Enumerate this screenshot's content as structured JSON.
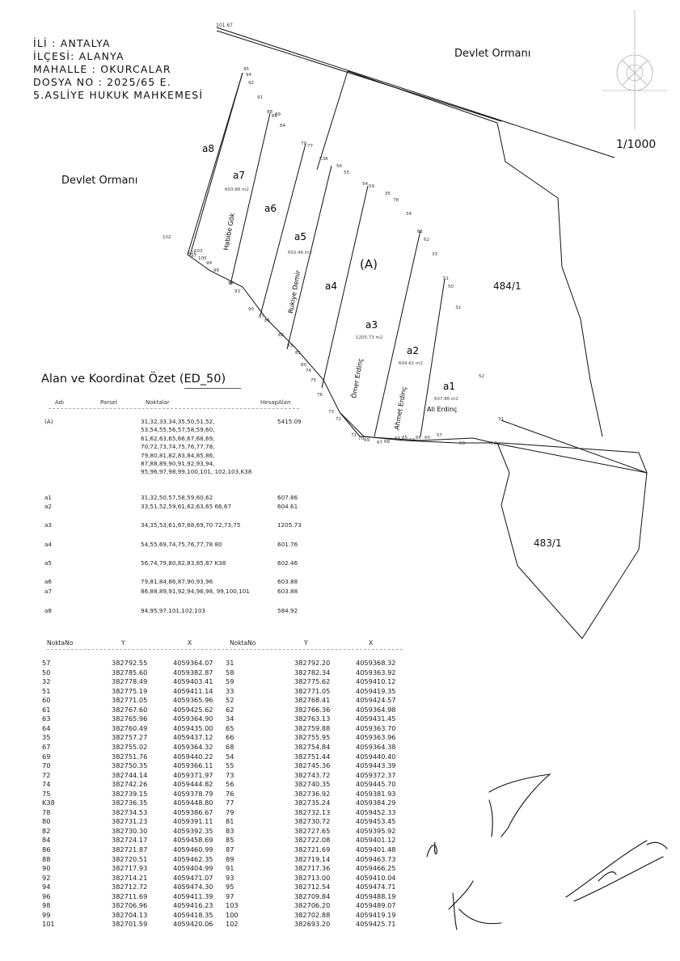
{
  "header": {
    "il": "İLİ : ANTALYA",
    "ilce": "İLÇESİ: ALANYA",
    "mahalle": "MAHALLE : OKURCALAR",
    "dosya": "DOSYA NO : 2025/65 E.",
    "mahkeme": "5.ASLİYE HUKUK MAHKEMESİ"
  },
  "map": {
    "forest_top": "Devlet Ormanı",
    "forest_left": "Devlet Ormanı",
    "scale": "1/1000",
    "corner_point": "101.67",
    "main_parcel": "(A)",
    "parcel_484": "484/1",
    "parcel_483": "483/1",
    "subparcels": [
      {
        "label": "a1",
        "area": "607.86 m2",
        "owner": "Ali Erdinç"
      },
      {
        "label": "a2",
        "area": "604.61 m2",
        "owner": "Ahmet Erdinç"
      },
      {
        "label": "a3",
        "area": "1205.73 m2",
        "owner": "Ömer Erdinç"
      },
      {
        "label": "a4",
        "area": "",
        "owner": ""
      },
      {
        "label": "a5",
        "area": "602.46 m2",
        "owner": "Rukiye Demir"
      },
      {
        "label": "a6",
        "area": "",
        "owner": ""
      },
      {
        "label": "a7",
        "area": "603.88 m2",
        "owner": "Habibe Gök"
      },
      {
        "label": "a8",
        "area": "",
        "owner": ""
      }
    ],
    "points": [
      "95",
      "94",
      "92",
      "91",
      "90",
      "88",
      "86",
      "84",
      "89",
      "87",
      "101",
      "100",
      "99",
      "98",
      "97",
      "93",
      "96",
      "79",
      "77",
      "K38",
      "56",
      "55",
      "54",
      "59",
      "35",
      "78",
      "34",
      "61",
      "62",
      "33",
      "51",
      "50",
      "32",
      "82",
      "85",
      "83",
      "81",
      "80",
      "74",
      "75",
      "76",
      "73",
      "72",
      "71",
      "70",
      "69",
      "67",
      "68",
      "65",
      "63",
      "60",
      "57",
      "52",
      "53",
      "31",
      "58",
      "64",
      "66",
      "102",
      "103"
    ]
  },
  "summary": {
    "title": "Alan ve Koordinat Özet (ED_50)",
    "headers": {
      "adi": "Adı",
      "parsel": "Parsel",
      "noktalar": "Noktalar",
      "alan": "HesapAlan"
    },
    "rows": [
      {
        "name": "(A)",
        "points": "31,32,33,34,35,50,51,52, 53,54,55,56,57,58,59,60, 61,62,63,65,66,67,68,69, 70,72,73,74,75,76,77,78, 79,80,81,82,83,84,85,86, 87,88,89,90,91,92,93,94, 95,96,97,98,99,100,101, 102,103,K38",
        "area": "5415.09"
      },
      {
        "name": "a1",
        "points": "31,32,50,57,58,59,60,62",
        "area": "607.86"
      },
      {
        "name": "a2",
        "points": "33,51,52,59,61,62,63,65 66,67",
        "area": "604.61"
      },
      {
        "name": "a3",
        "points": "34,35,53,61,67,68,69,70 72,73,75",
        "area": "1205.73"
      },
      {
        "name": "a4",
        "points": "54,55,69,74,75,76,77,78 80",
        "area": "601.76"
      },
      {
        "name": "a5",
        "points": "56,74,79,80,82,83,85,87 K38",
        "area": "602.46"
      },
      {
        "name": "a6",
        "points": "79,81,84,86,87,90,93,96",
        "area": "603.88"
      },
      {
        "name": "a7",
        "points": "86,88,89,91,92,94,96,98, 99,100,101",
        "area": "603.88"
      },
      {
        "name": "a8",
        "points": "94,95,97,101,102,103",
        "area": "584.92"
      }
    ]
  },
  "coordinates": {
    "headers": {
      "no": "NoktaNo",
      "y": "Y",
      "x": "X",
      "no2": "NoktaNo",
      "y2": "Y",
      "x2": "X"
    },
    "rows": [
      [
        "57",
        "382792.55",
        "4059364.07",
        "31",
        "382792.20",
        "4059368.32"
      ],
      [
        "50",
        "382785.60",
        "4059382.87",
        "58",
        "382782.34",
        "4059363.92"
      ],
      [
        "32",
        "382778.49",
        "4059403.41",
        "59",
        "382775.62",
        "4059410.12"
      ],
      [
        "51",
        "382775.19",
        "4059411.14",
        "33",
        "382771.05",
        "4059419.35"
      ],
      [
        "60",
        "382771.05",
        "4059365.96",
        "52",
        "382768.41",
        "4059424.57"
      ],
      [
        "61",
        "382767.60",
        "4059425.62",
        "62",
        "382766.36",
        "4059364.98"
      ],
      [
        "63",
        "382765.96",
        "4059364.90",
        "34",
        "382763.13",
        "4059431.45"
      ],
      [
        "64",
        "382760.49",
        "4059435.00",
        "65",
        "382759.88",
        "4059363.70"
      ],
      [
        "35",
        "382757.27",
        "4059437.12",
        "66",
        "382755.95",
        "4059363.96"
      ],
      [
        "67",
        "382755.02",
        "4059364.32",
        "68",
        "382754.84",
        "4059364.38"
      ],
      [
        "69",
        "382751.76",
        "4059440.22",
        "54",
        "382751.44",
        "4059440.40"
      ],
      [
        "70",
        "382750.35",
        "4059366.11",
        "55",
        "382745.36",
        "4059443.39"
      ],
      [
        "72",
        "382744.14",
        "4059371.97",
        "73",
        "382743.72",
        "4059372.37"
      ],
      [
        "74",
        "382742.26",
        "4059444.82",
        "56",
        "382740.35",
        "4059445.70"
      ],
      [
        "75",
        "382739.15",
        "4059378.79",
        "76",
        "382736.92",
        "4059381.93"
      ],
      [
        "K38",
        "382736.35",
        "4059448.80",
        "77",
        "382735.24",
        "4059384.29"
      ],
      [
        "78",
        "382734.53",
        "4059386.67",
        "79",
        "382732.13",
        "4059452.33"
      ],
      [
        "80",
        "382731.23",
        "4059391.11",
        "81",
        "382730.72",
        "4059453.45"
      ],
      [
        "82",
        "382730.30",
        "4059392.35",
        "83",
        "382727.65",
        "4059395.92"
      ],
      [
        "84",
        "382724.17",
        "4059458.69",
        "85",
        "382722.08",
        "4059401.12"
      ],
      [
        "86",
        "382721.87",
        "4059460.99",
        "87",
        "382721.69",
        "4059401.48"
      ],
      [
        "88",
        "382720.51",
        "4059462.35",
        "89",
        "382719.14",
        "4059463.73"
      ],
      [
        "90",
        "382717.93",
        "4059404.99",
        "91",
        "382717.36",
        "4059466.25"
      ],
      [
        "92",
        "382714.21",
        "4059471.07",
        "93",
        "382713.00",
        "4059410.04"
      ],
      [
        "94",
        "382712.72",
        "4059474.30",
        "95",
        "382712.54",
        "4059474.71"
      ],
      [
        "96",
        "382711.69",
        "4059411.39",
        "97",
        "382709.84",
        "4059488.19"
      ],
      [
        "98",
        "382706.96",
        "4059416.23",
        "103",
        "382706.20",
        "4059489.07"
      ],
      [
        "99",
        "382704.13",
        "4059418.35",
        "100",
        "382702.88",
        "4059419.19"
      ],
      [
        "101",
        "382701.59",
        "4059420.06",
        "102",
        "382693.20",
        "4059425.71"
      ]
    ]
  },
  "colors": {
    "ink": "#111111",
    "paper": "#ffffff"
  }
}
